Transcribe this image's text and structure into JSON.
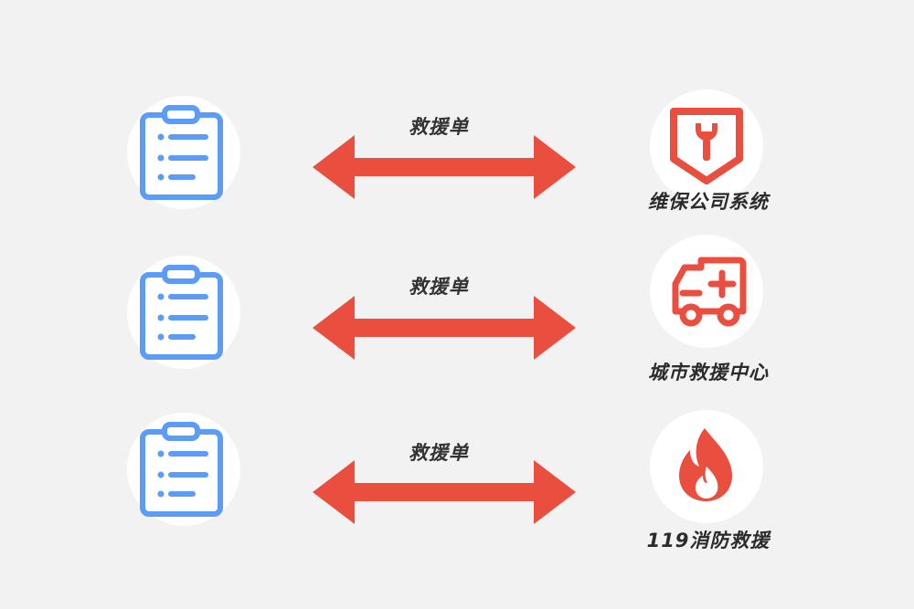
{
  "rows": [
    {
      "link_label": "救援单",
      "service_label": "维保公司系统",
      "service_icon": "maintenance-shield-wrench-icon"
    },
    {
      "link_label": "救援单",
      "service_label": "城市救援中心",
      "service_icon": "ambulance-icon"
    },
    {
      "link_label": "救援单",
      "service_label": "119消防救援",
      "service_icon": "fire-icon"
    }
  ],
  "colors": {
    "document_icon": "#5b9cf6",
    "arrow": "#e94e3f",
    "service_icon": "#e94e3f",
    "background": "#f2f2f2",
    "circle": "#ffffff"
  }
}
